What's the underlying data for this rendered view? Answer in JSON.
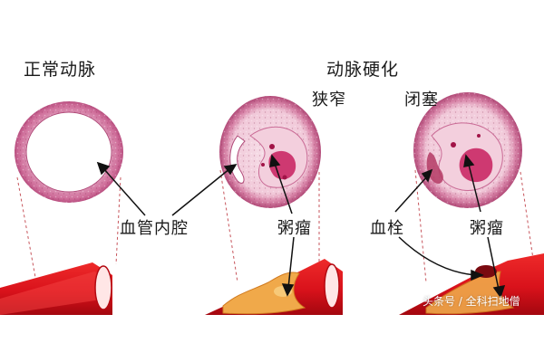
{
  "stages": [
    {
      "title": "正常动脉"
    },
    {
      "title": "动脉硬化",
      "subtitle": "狭窄"
    },
    {
      "subtitle": "闭塞"
    }
  ],
  "labels": {
    "lumen": "血管内腔",
    "plaque_1": "粥瘤",
    "thrombus": "血栓",
    "plaque_2": "粥瘤"
  },
  "watermark": "头条号 / 全科扫地僧",
  "colors": {
    "vessel_wall": "#cf6e9a",
    "vessel_inner": "#f6dbe7",
    "artery_red": "#d9121b",
    "artery_dark": "#a3070f",
    "plaque": "#f0a94a",
    "plaque_core": "#c71f5e",
    "text": "#1a1a1a"
  }
}
